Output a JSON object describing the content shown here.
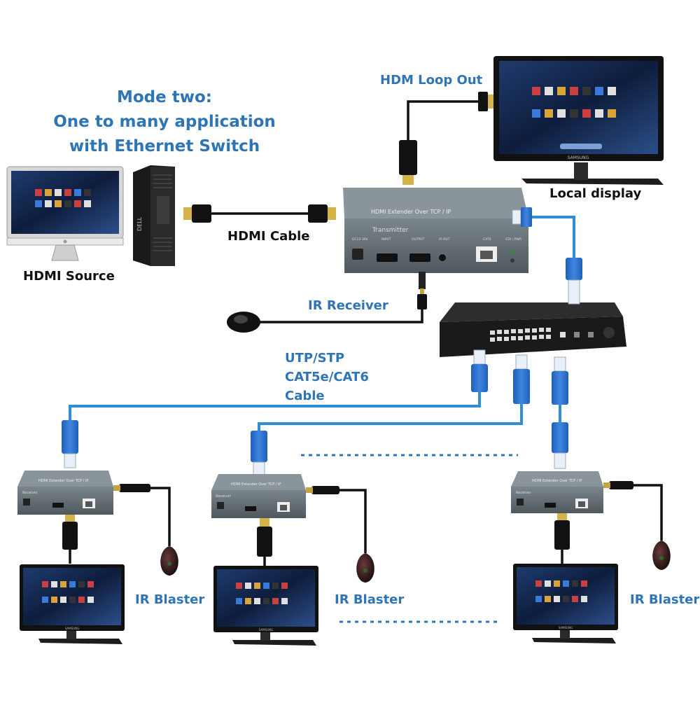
{
  "title": {
    "line1": "Mode two:",
    "line2": "One to many application",
    "line3": "with Ethernet Switch"
  },
  "labels": {
    "hdmi_loop_out": "HDM Loop Out",
    "local_display": "Local display",
    "hdmi_cable": "HDMI Cable",
    "hdmi_source": "HDMI Source",
    "ir_receiver": "IR Receiver",
    "cable_line1": "UTP/STP",
    "cable_line2": "CAT5e/CAT6",
    "cable_line3": "Cable",
    "ir_blaster": "IR Blaster"
  },
  "transmitter": {
    "name": "HDMI Extender Over TCP / IP",
    "role": "Transmitter",
    "ports": [
      "DC12-36V",
      "INPUT",
      "OUTPUT",
      "IR OUT",
      "CAT6",
      "STA / PWR"
    ]
  },
  "receiver": {
    "name": "HDMI Extender Over TCP / IP",
    "role": "Receiver"
  },
  "brands": {
    "monitor": "SAMSUNG",
    "pc": "DELL"
  },
  "colors": {
    "label_blue": "#2f75b5",
    "cable_blue": "#2e8fd6",
    "device_gray": "#5f6a70"
  }
}
